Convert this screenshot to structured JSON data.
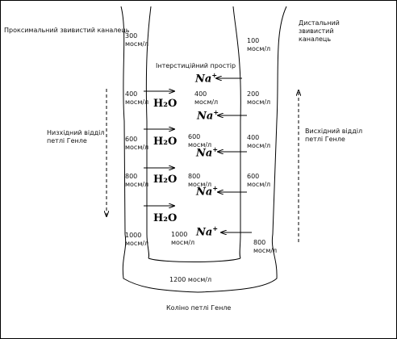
{
  "labels": {
    "proximal_tubule": "Проксимальний звивистий каналець",
    "distal_tubule": "Дистальний звивистий каналець",
    "interstitium": "Інтерстиційний простір",
    "descending_limb": "Низхідний відділ петлі Генле",
    "ascending_limb": "Висхідний відділ петлі Генле",
    "loop_bend": "Коліно петлі Генле"
  },
  "concentrations": {
    "desc_top": "300 мосм/л",
    "desc_1": "400 мосм/л",
    "desc_2": "600 мосм/л",
    "desc_3": "800 мосм/л",
    "desc_4": "1000 мосм/л",
    "inter_1": "400 мосм/л",
    "inter_2": "600 мосм/л",
    "inter_3": "800 мосм/л",
    "inter_4": "1000 мосм/л",
    "asc_top": "100 мосм/л",
    "asc_1": "200 мосм/л",
    "asc_2": "400 мосм/л",
    "asc_3": "600 мосм/л",
    "asc_4": "800 мосм/л",
    "bend": "1200 мосм/л"
  },
  "species": {
    "water": "H₂O",
    "sodium": "Na",
    "sodium_charge": "+"
  }
}
